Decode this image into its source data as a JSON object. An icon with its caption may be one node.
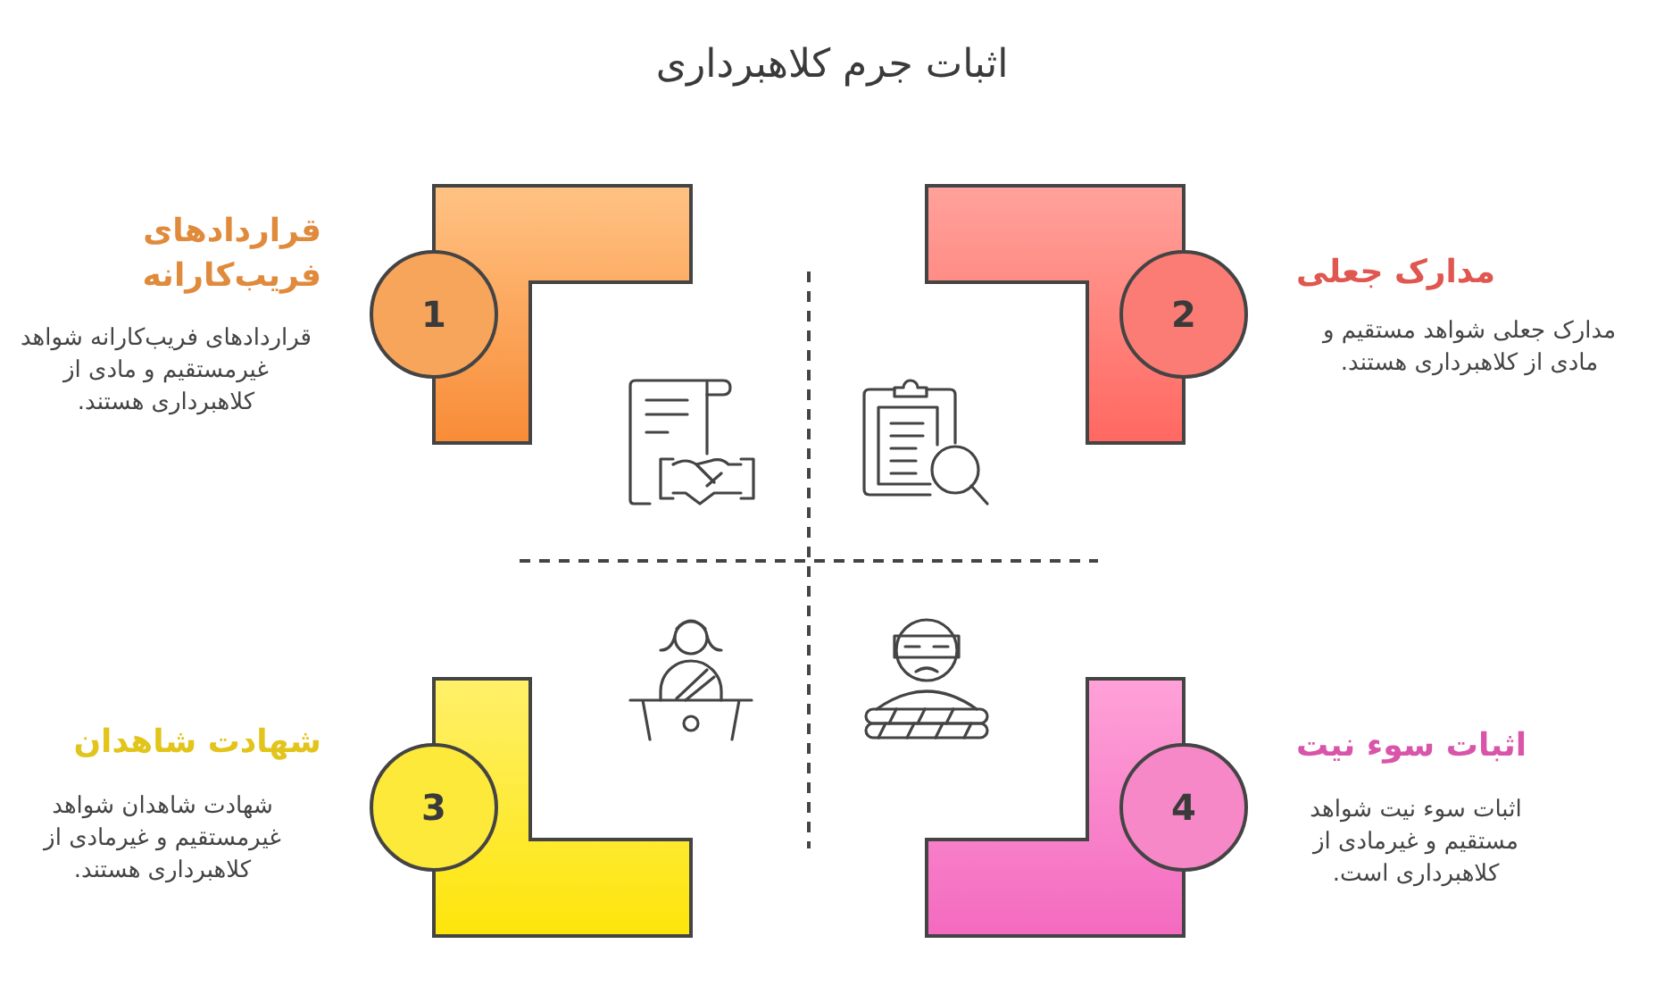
{
  "diagram": {
    "title": "اثبات جرم کلاهبرداری",
    "nodes": [
      {
        "text": [],
        "shape": "box"
      },
      {
        "text": [
          "1"
        ],
        "beside": [
          "قراردادهای فریب‌کارانه",
          "قراردادهای فریب‌کارانه شواهد غیرمستقیم و مادی از کلاهبرداری هستند."
        ]
      },
      {
        "text": [],
        "shape": "box"
      },
      {
        "text": [
          "2"
        ],
        "beside": [
          "مدارک جعلی",
          "مدارک جعلی شواهد مستقیم و مادی از کلاهبرداری هستند."
        ]
      },
      {
        "text": [],
        "shape": "box"
      },
      {
        "text": [
          "3"
        ],
        "beside": [
          "شهادت شاهدان",
          "شهادت شاهدان شواهد غیرمستقیم و غیرمادی از کلاهبرداری هستند."
        ]
      },
      {
        "text": [],
        "shape": "box"
      },
      {
        "text": [
          "4"
        ],
        "beside": [
          "اثبات سوء نیت",
          "اثبات سوء نیت شواهد مستقیم و غیرمادی از کلاهبرداری است."
        ]
      }
    ]
  }
}
